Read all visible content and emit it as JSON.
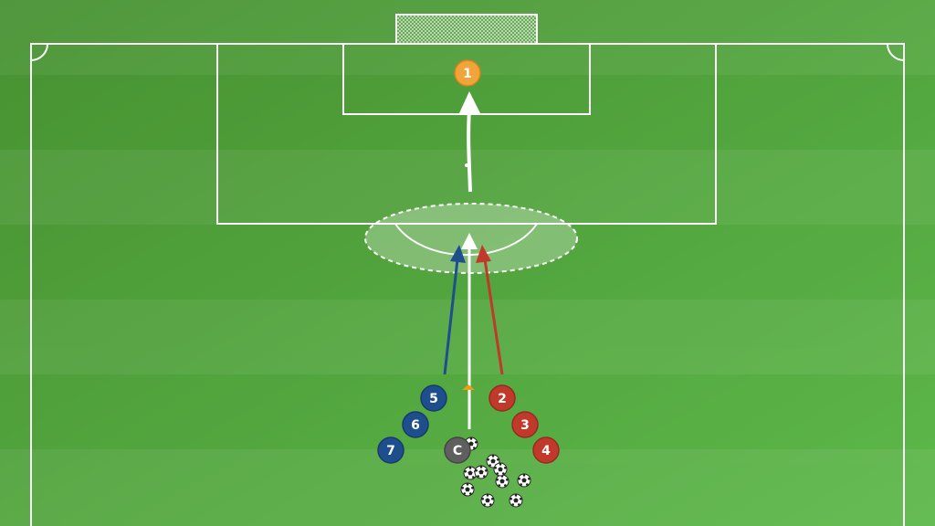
{
  "players": [
    {
      "id": "gk",
      "label": "1",
      "team": "goalkeeper"
    },
    {
      "id": "b5",
      "label": "5",
      "team": "blue"
    },
    {
      "id": "b6",
      "label": "6",
      "team": "blue"
    },
    {
      "id": "b7",
      "label": "7",
      "team": "blue"
    },
    {
      "id": "r2",
      "label": "2",
      "team": "red"
    },
    {
      "id": "r3",
      "label": "3",
      "team": "red"
    },
    {
      "id": "r4",
      "label": "4",
      "team": "red"
    },
    {
      "id": "coach",
      "label": "C",
      "team": "coach"
    }
  ],
  "colors": {
    "grass_dark": "#479131",
    "grass_light": "#5db84a",
    "line": "#ffffff",
    "goalkeeper": "#f0a43a",
    "blue": "#1e4f8c",
    "red": "#c0392b",
    "coach": "#5f5f5f",
    "cone": "#f39c12"
  },
  "balls_count": 10
}
